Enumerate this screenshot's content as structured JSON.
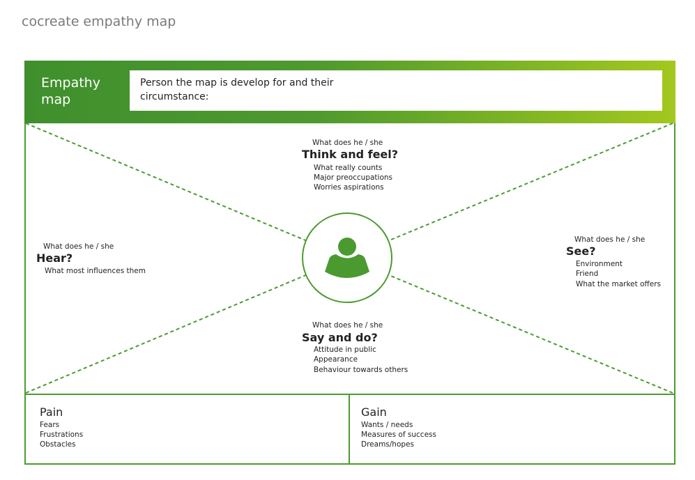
{
  "title": "cocreate empathy map",
  "header": {
    "title": "Empathy map",
    "prompt": "Person the map is develop for and their circumstance:"
  },
  "colors": {
    "green": "#4b9a2f",
    "light_green": "#a3c81e"
  },
  "center_icon": "person-icon",
  "quadrants": {
    "think": {
      "label": "What does he / she",
      "title": "Think and feel?",
      "items": [
        "What really counts",
        "Major preoccupations",
        "Worries aspirations"
      ]
    },
    "hear": {
      "label": "What does he / she",
      "title": "Hear?",
      "items": [
        "What most influences them"
      ]
    },
    "see": {
      "label": "What does he / she",
      "title": "See?",
      "items": [
        "Environment",
        "Friend",
        "What the market offers"
      ]
    },
    "say": {
      "label": "What does he / she",
      "title": "Say and do?",
      "items": [
        "Attitude in public",
        "Appearance",
        "Behaviour towards others"
      ]
    }
  },
  "pain": {
    "title": "Pain",
    "items": [
      "Fears",
      "Frustrations",
      "Obstacles"
    ]
  },
  "gain": {
    "title": "Gain",
    "items": [
      "Wants / needs",
      "Measures of success",
      "Dreams/hopes"
    ]
  }
}
